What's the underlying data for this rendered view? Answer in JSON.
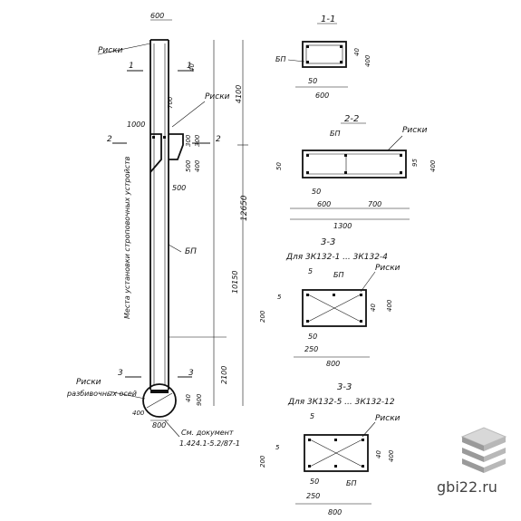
{
  "column": {
    "top_width": "600",
    "label_riski_top": "Риски",
    "sec1_left": "1",
    "sec1_right": "1",
    "dim_40_top": "40",
    "dim_700": "700",
    "label_riski_mid": "Риски",
    "dim_1000": "1000",
    "dim_4100": "4100",
    "sec2_left": "2",
    "sec2_right": "2",
    "dim_300a": "300",
    "dim_300b": "300",
    "dim_500": "500",
    "dim_400": "400",
    "dim_500b": "500",
    "note_vertical": "Места установки строповочных устройств",
    "label_bp": "БП",
    "dim_12650": "12650",
    "dim_10150": "10150",
    "dim_2100": "2100",
    "sec3_left": "3",
    "sec3_right": "3",
    "dim_40_bottom": "40",
    "dim_900": "900",
    "dim_400_bottom": "400",
    "dim_800": "800",
    "label_riski_axes_1": "Риски",
    "label_riski_axes_2": "разбивочных осей",
    "label_doc": "См. документ",
    "label_doc_ref": "1.424.1-5.2/87-1"
  },
  "section_1": {
    "title": "1-1",
    "bp": "БП",
    "dim_40": "40",
    "dim_400": "400",
    "dim_50": "50",
    "dim_600": "600"
  },
  "section_2": {
    "title": "2-2",
    "bp": "БП",
    "riski": "Риски",
    "dim_50_left": "50",
    "dim_50_bottom": "50",
    "dim_95": "95",
    "dim_400": "400",
    "dim_600": "600",
    "dim_700": "700",
    "dim_1300": "1300"
  },
  "section_3a": {
    "title": "3-3",
    "subtitle": "Для 3К132-1 ... 3К132-4",
    "dim_5": "5",
    "bp": "БП",
    "riski": "Риски",
    "dim_5_side": "5",
    "dim_200": "200",
    "dim_40": "40",
    "dim_400": "400",
    "dim_50": "50",
    "dim_250": "250",
    "dim_800": "800"
  },
  "section_3b": {
    "title": "3-3",
    "subtitle": "Для 3К132-5 ... 3К132-12",
    "dim_5": "5",
    "riski": "Риски",
    "dim_5_side": "5",
    "dim_200": "200",
    "dim_40": "40",
    "dim_50": "50",
    "dim_250": "250",
    "bp": "БП",
    "dim_400": "400",
    "dim_800": "800"
  },
  "watermark": {
    "brand": "gbi22.ru",
    "logo_icon": "stacked-slabs-icon"
  }
}
